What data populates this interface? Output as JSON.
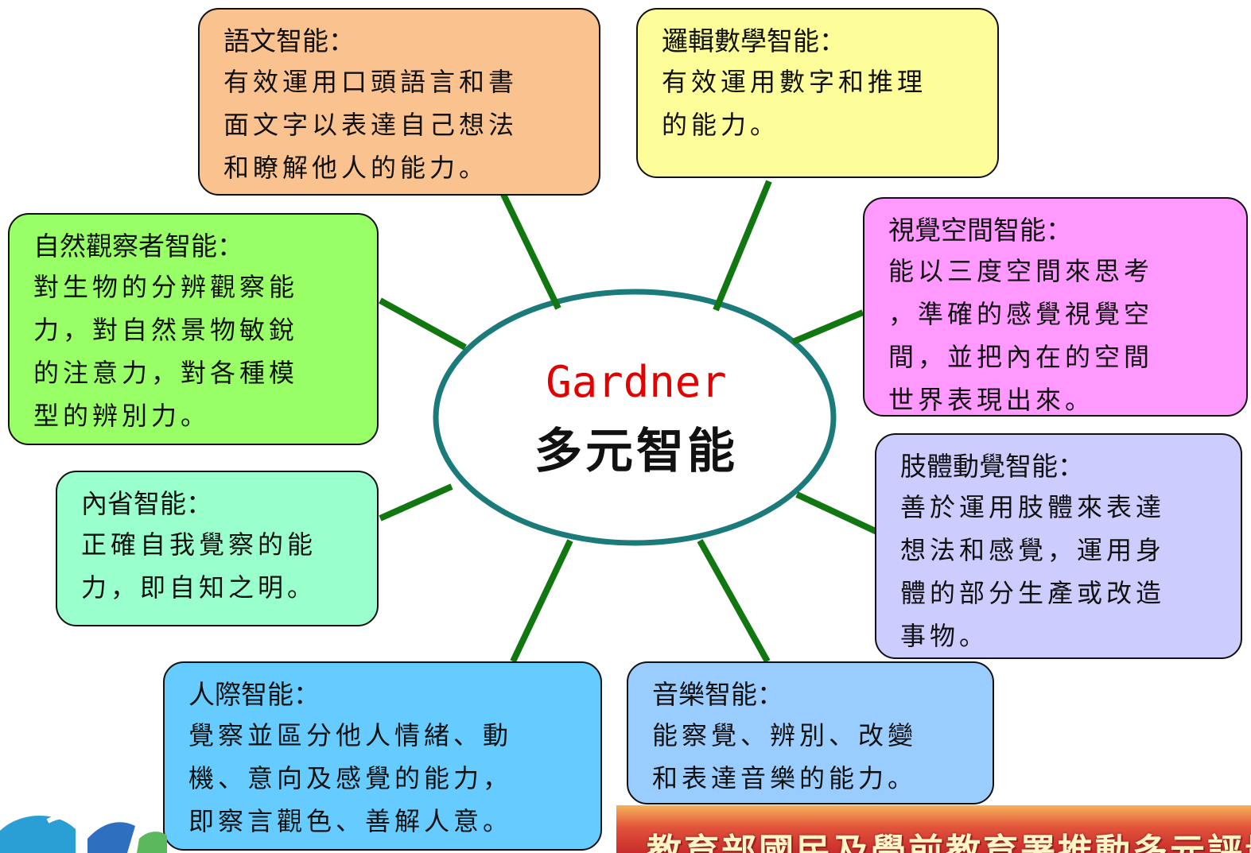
{
  "center": {
    "title_en": "Gardner",
    "title_zh": "多元智能"
  },
  "boxes": {
    "linguistic": {
      "title": "語文智能：",
      "lines": [
        "有效運用口頭語言和書",
        "面文字以表達自己想法",
        "和瞭解他人的能力。"
      ],
      "color": "#f9c28f"
    },
    "logical": {
      "title": "邏輯數學智能：",
      "lines": [
        "有效運用數字和推理",
        "的能力。"
      ],
      "color": "#fdfd99"
    },
    "spatial": {
      "title": "視覺空間智能：",
      "lines": [
        "能以三度空間來思考",
        "，準確的感覺視覺空",
        "間，並把內在的空間",
        "世界表現出來。"
      ],
      "color": "#ff99ff"
    },
    "naturalist": {
      "title": "自然觀察者智能：",
      "lines": [
        "對生物的分辨觀察能",
        "力，對自然景物敏銳",
        "的注意力，對各種模",
        "型的辨別力。"
      ],
      "color": "#99ff66"
    },
    "intrapersonal": {
      "title": "內省智能：",
      "lines": [
        "正確自我覺察的能",
        "力，即自知之明。"
      ],
      "color": "#99ffcc"
    },
    "bodily": {
      "title": "肢體動覺智能：",
      "lines": [
        "善於運用肢體來表達",
        "想法和感覺，運用身",
        "體的部分生產或改造",
        "事物。"
      ],
      "color": "#ccccff"
    },
    "interpersonal": {
      "title": "人際智能：",
      "lines": [
        "覺察並區分他人情緒、動",
        "機、意向及感覺的能力，",
        "即察言觀色、善解人意。"
      ],
      "color": "#66ccff"
    },
    "musical": {
      "title": "音樂智能：",
      "lines": [
        "能察覺、辨別、改變",
        "和表達音樂的能力。"
      ],
      "color": "#99ccff"
    }
  },
  "banner": {
    "text": "教育部國民及學前教育署推動多元評量改策略"
  },
  "colors": {
    "connector": "#117711",
    "ellipse_stroke": "#1b7a7a",
    "title_red": "#e30000"
  }
}
